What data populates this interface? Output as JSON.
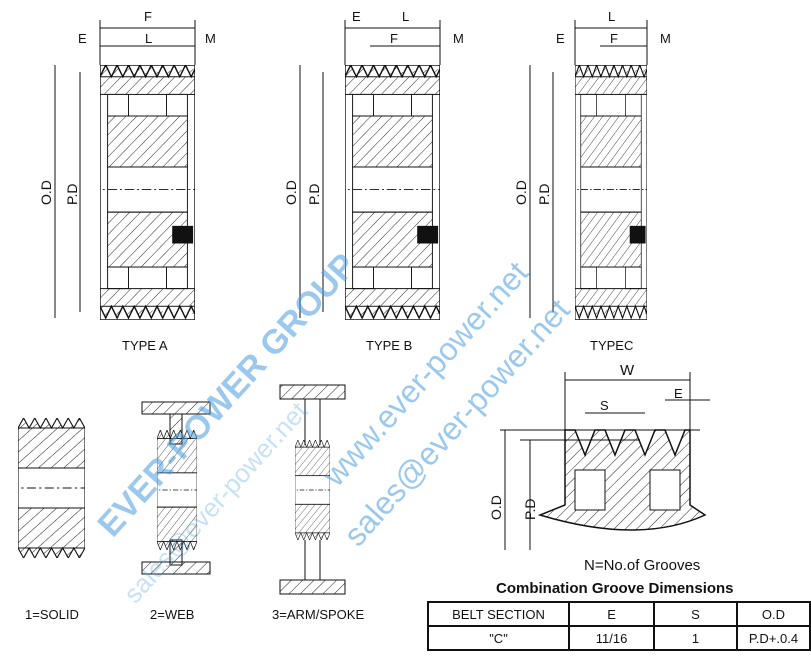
{
  "types": [
    {
      "label": "TYPE A"
    },
    {
      "label": "TYPE B"
    },
    {
      "label": "TYPEC"
    }
  ],
  "dims": {
    "F": "F",
    "E": "E",
    "L": "L",
    "M": "M",
    "OD": "O.D",
    "PD": "P.D",
    "W": "W",
    "S": "S"
  },
  "styles": [
    {
      "label": "1=SOLID"
    },
    {
      "label": "2=WEB"
    },
    {
      "label": "3=ARM/SPOKE"
    }
  ],
  "groove_note": "N=No.of Grooves",
  "table": {
    "title": "Combination Groove Dimensions",
    "headers": [
      "BELT SECTION",
      "E",
      "S",
      "O.D"
    ],
    "rows": [
      [
        "\"C\"",
        "11/16",
        "1",
        "P.D+.0.4"
      ]
    ]
  },
  "watermark": {
    "brand": "EVER-POWER GROUP",
    "site": "www.ever-power.net",
    "email": "sales@ever-power.net"
  },
  "colors": {
    "watermark": "#4a9ee0",
    "line": "#111111"
  }
}
